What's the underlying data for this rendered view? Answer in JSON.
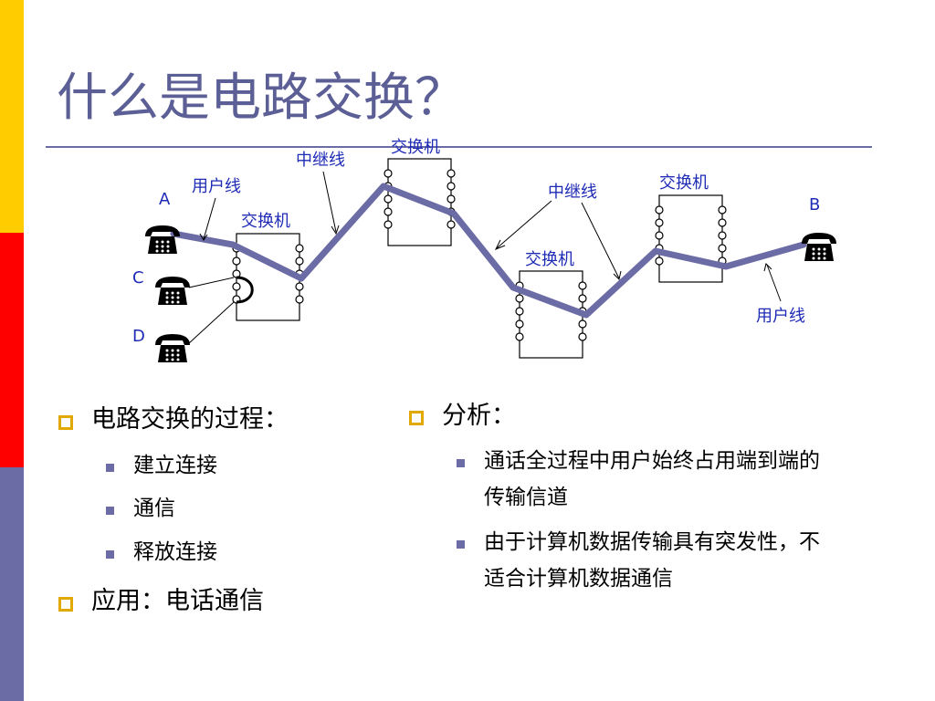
{
  "title": "什么是电路交换？",
  "diagram": {
    "switch_label": "交换机",
    "trunk_label": "中继线",
    "user_line_label": "用户线",
    "node_labels": {
      "a": "A",
      "b": "B",
      "c": "C",
      "d": "D"
    }
  },
  "left_column": {
    "heading": "电路交换的过程：",
    "items": [
      "建立连接",
      "通信",
      "释放连接"
    ],
    "heading2": "应用：电话通信"
  },
  "right_column": {
    "heading": "分析：",
    "items": [
      {
        "line1": "通话全过程中用户始终占用端到端的",
        "line2": "传输信道"
      },
      {
        "line1": "由于计算机数据传输具有突发性，不",
        "line2": "适合计算机数据通信"
      }
    ]
  },
  "colors": {
    "bar_yellow": "#ffcc00",
    "bar_red": "#ff0000",
    "bar_purple": "#6b6ba6",
    "title": "#5b5f95",
    "label_blue": "#1e2bb5",
    "path": "#6b6ba6",
    "bullet_l1": "#e0a800"
  }
}
